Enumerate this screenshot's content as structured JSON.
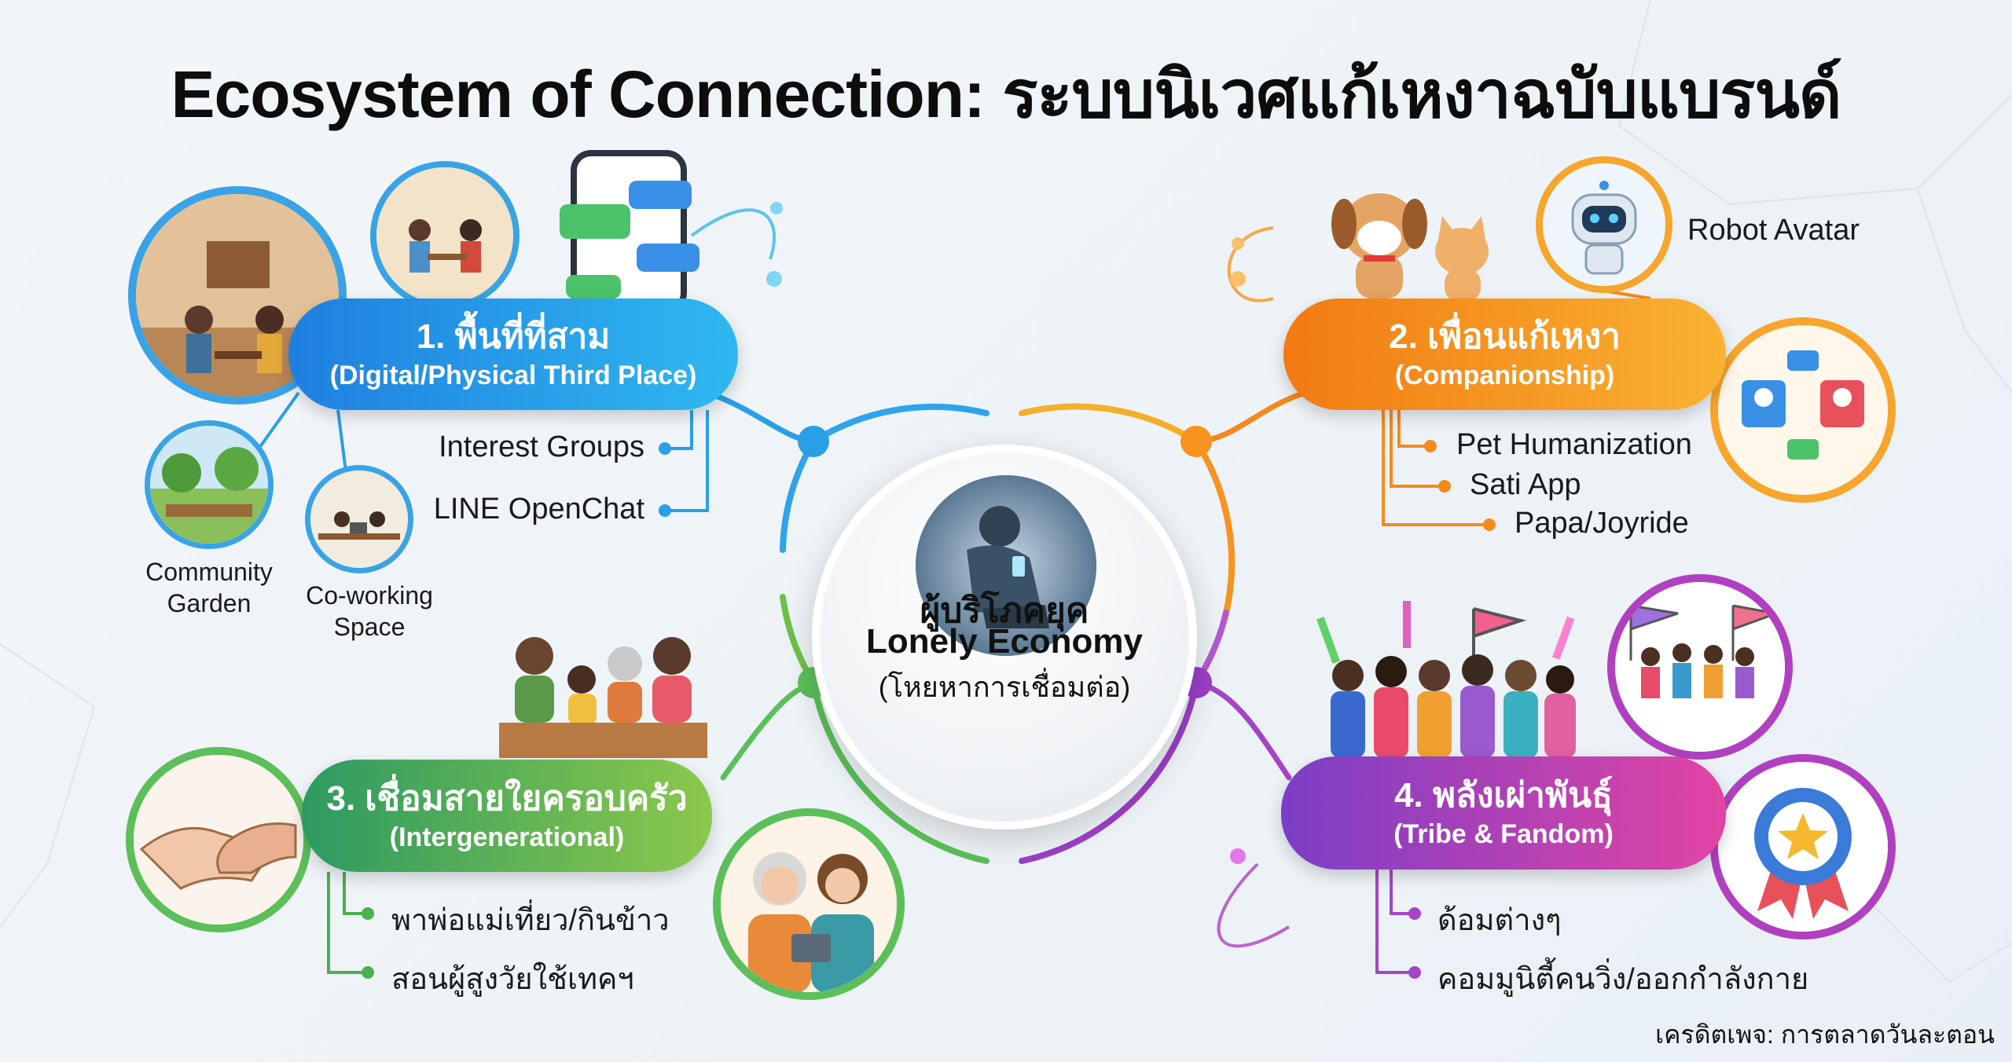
{
  "title": "Ecosystem of Connection: ระบบนิเวศแก้เหงาฉบับแบรนด์",
  "center": {
    "line1": "ผู้บริโภคยุค",
    "line2": "Lonely Economy",
    "line3": "(โหยหาการเชื่อมต่อ)"
  },
  "groups": [
    {
      "title": "1. พื้นที่ที่สาม",
      "subtitle": "(Digital/Physical Third Place)",
      "color": "#1f7fe0",
      "items": [
        "Interest Groups",
        "LINE OpenChat"
      ],
      "captions": [
        "Community Garden",
        "Co-working Space"
      ]
    },
    {
      "title": "2. เพื่อนแก้เหงา",
      "subtitle": "(Companionship)",
      "color": "#f27a12",
      "items": [
        "Pet Humanization",
        "Sati App",
        "Papa/Joyride"
      ],
      "captions": [
        "Robot Avatar"
      ]
    },
    {
      "title": "3. เชื่อมสายใยครอบครัว",
      "subtitle": "(Intergenerational)",
      "color": "#2d9a62",
      "items": [
        "พาพ่อแม่เที่ยว/กินข้าว",
        "สอนผู้สูงวัยใช้เทคฯ"
      ]
    },
    {
      "title": "4. พลังเผ่าพันธุ์",
      "subtitle": "(Tribe & Fandom)",
      "color": "#9b3fc6",
      "items": [
        "ด้อมต่างๆ",
        "คอมมูนิตี้คนวิ่ง/ออกกำลังกาย"
      ]
    }
  ],
  "credit": "เครดิตเพจ: การตลาดวันละตอน"
}
